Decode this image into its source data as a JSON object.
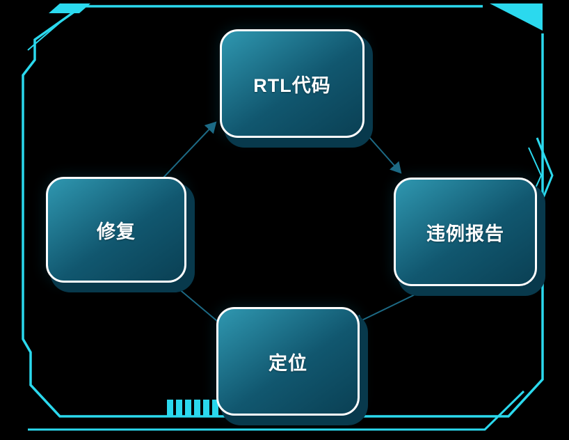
{
  "diagram": {
    "nodes": [
      {
        "id": "rtl-code",
        "label": "RTL代码"
      },
      {
        "id": "violation-report",
        "label": "违例报告"
      },
      {
        "id": "locate",
        "label": "定位"
      },
      {
        "id": "fix",
        "label": "修复"
      }
    ],
    "edges": [
      {
        "from": "RTL代码",
        "to": "违例报告"
      },
      {
        "from": "违例报告",
        "to": "定位"
      },
      {
        "from": "定位",
        "to": "修复"
      },
      {
        "from": "修复",
        "to": "RTL代码"
      }
    ],
    "colors": {
      "background": "#000000",
      "frame_cyan": "#2BD9EE",
      "node_border": "#ffffff",
      "node_fill_light": "#2f97b0",
      "node_fill_dark": "#0a4054",
      "node_shadow": "#08394c",
      "connector": "#1d6a85",
      "label_text": "#ffffff"
    }
  }
}
